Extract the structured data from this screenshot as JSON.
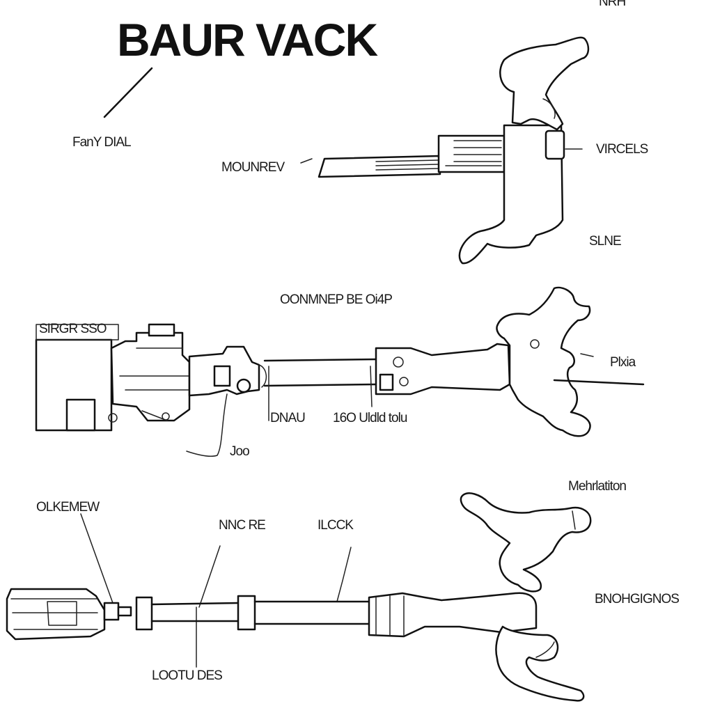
{
  "title": "BAUR VACK",
  "labels": {
    "top_right_partial": "NRH",
    "fan_dial": "FanY DIAL",
    "motor": "MOUNREV",
    "vacuum_right": "VIRCELS",
    "sine": "SLNE",
    "connector": "OONMNEP BE Oi4P",
    "box_label": "SIRGR SSO",
    "plus": "Plxia",
    "dna": "DNAU",
    "flow": "16O Uldld tolu",
    "joo": "Joo",
    "overview": "OLKEMEW",
    "nobe": "NNC RE",
    "lock": "ILCCK",
    "mech": "Mehrlatiton",
    "brand": "BNOHGIGNOS",
    "lootu": "LOOTU DES"
  }
}
